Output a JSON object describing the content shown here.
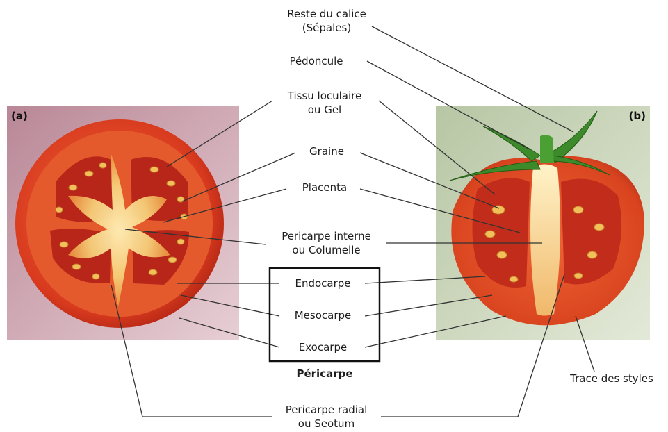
{
  "panels": {
    "left_label": "(a)",
    "right_label": "(b)"
  },
  "labels": {
    "reste_calice": "Reste du calice\n(Sépales)",
    "pedoncule": "Pédoncule",
    "tissu_loculaire": "Tissu loculaire\nou Gel",
    "graine": "Graine",
    "placenta": "Placenta",
    "pericarpe_interne": "Pericarpe interne\nou Columelle",
    "endocarpe": "Endocarpe",
    "mesocarpe": "Mesocarpe",
    "exocarpe": "Exocarpe",
    "pericarpe_group": "Péricarpe",
    "trace_styles": "Trace des styles",
    "pericarpe_radial": "Pericarpe radial\nou Seotum"
  },
  "colors": {
    "skin": "#d63a1f",
    "flesh": "#e8562c",
    "locule": "#b8261a",
    "placenta": "#f5d27a",
    "seed": "#f2c05a",
    "leaf": "#3d8a2a",
    "bg_left": "#c79aa7",
    "bg_right": "#c6d2b6"
  }
}
